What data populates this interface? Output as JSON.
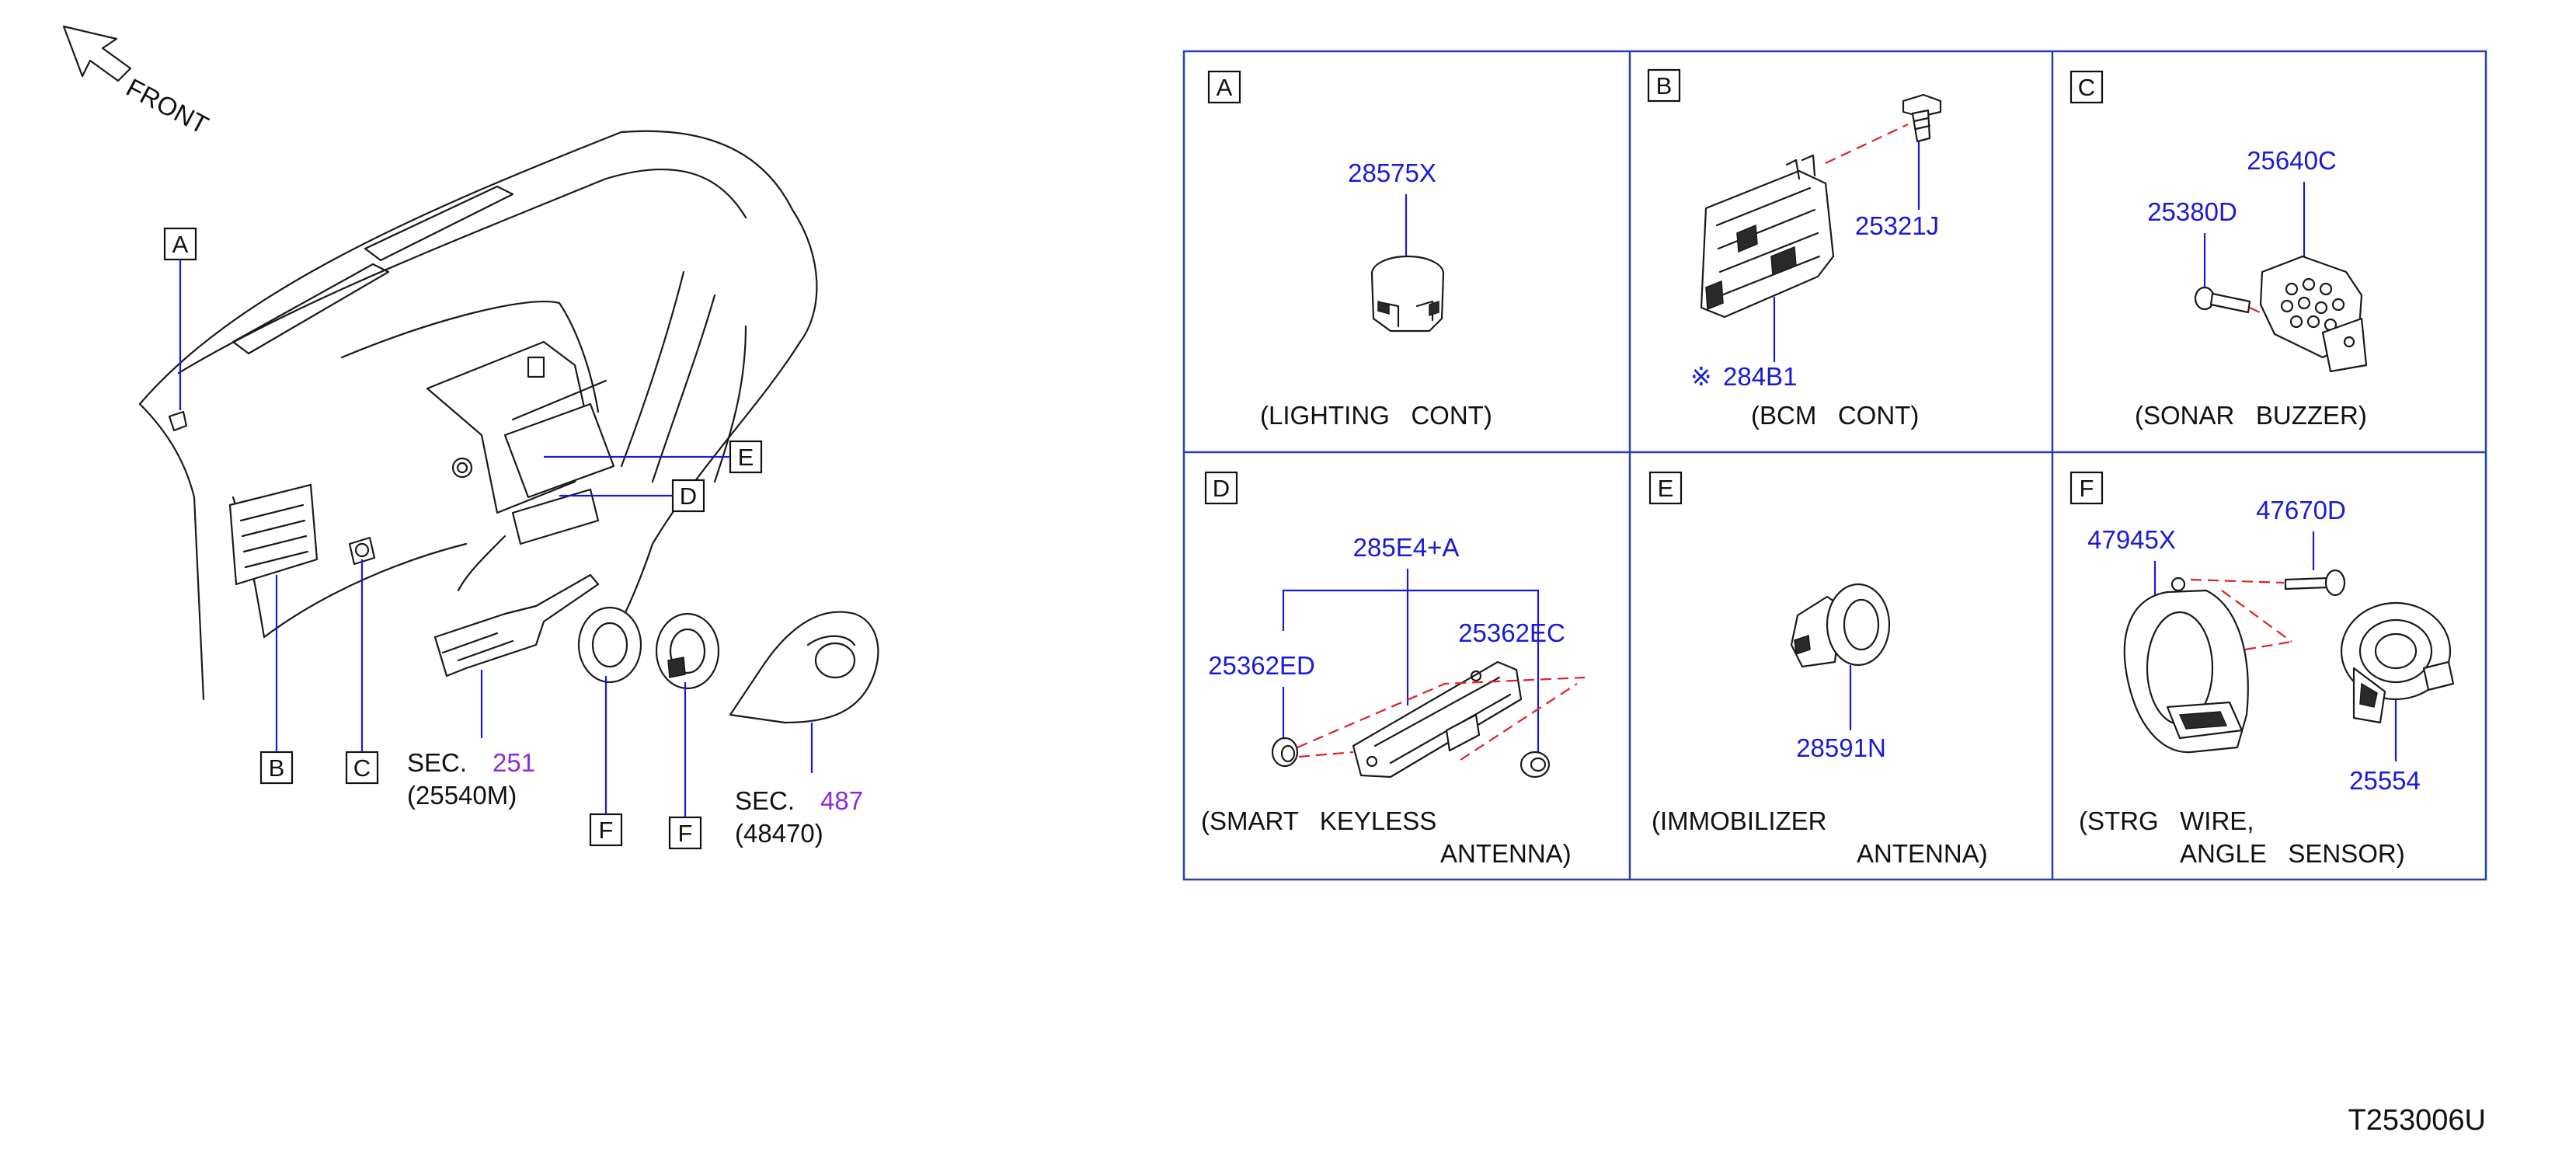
{
  "front_label": "FRONT",
  "overview": {
    "callouts": [
      "A",
      "B",
      "C",
      "D",
      "E",
      "F",
      "F"
    ],
    "sec251": {
      "sec": "SEC.",
      "num": "251",
      "part": "(25540M)"
    },
    "sec487": {
      "sec": "SEC.",
      "num": "487",
      "part": "(48470)"
    }
  },
  "panels": {
    "A": {
      "letter": "A",
      "parts": [
        "28575X"
      ],
      "caption": [
        "(LIGHTING   CONT)"
      ]
    },
    "B": {
      "letter": "B",
      "parts": [
        "25321J",
        "284B1"
      ],
      "symbol": "※",
      "caption": [
        "(BCM   CONT)"
      ]
    },
    "C": {
      "letter": "C",
      "parts": [
        "25640C",
        "25380D"
      ],
      "caption": [
        "(SONAR   BUZZER)"
      ]
    },
    "D": {
      "letter": "D",
      "parts": [
        "285E4+A",
        "25362ED",
        "25362EC"
      ],
      "caption": [
        "(SMART   KEYLESS",
        "ANTENNA)"
      ]
    },
    "E": {
      "letter": "E",
      "parts": [
        "28591N"
      ],
      "caption": [
        "(IMMOBILIZER",
        "ANTENNA)"
      ]
    },
    "F": {
      "letter": "F",
      "parts": [
        "47670D",
        "47945X",
        "25554"
      ],
      "caption": [
        "(STRG   WIRE,",
        "ANGLE   SENSOR)"
      ]
    }
  },
  "diagram_code": "T253006U",
  "colors": {
    "part_number": "#1a1ad6",
    "section_ref": "#8a2be2",
    "leader": "#1a1ad6",
    "dashed_guide": "#e02020",
    "grid": "#2a3fb0"
  }
}
